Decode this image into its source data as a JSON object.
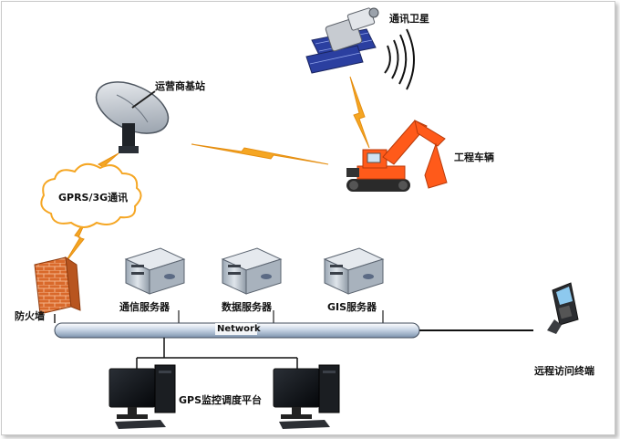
{
  "labels": {
    "satellite": "通讯卫星",
    "base_station": "运营商基站",
    "excavator": "工程车辆",
    "gprs": "GPRS/3G通讯",
    "firewall": "防火墙",
    "comm_server": "通信服务器",
    "data_server": "数据服务器",
    "gis_server": "GIS服务器",
    "network": "Network",
    "platform": "GPS监控调度平台",
    "remote": "远程访问终端"
  },
  "colors": {
    "lightning": "#f5a623",
    "excavator": "#ff5a1a",
    "brick": "#d9692b",
    "server": "#b9c4cf",
    "network_bar": "#c9d6e6",
    "satellite_panel": "#2b3fa0"
  }
}
